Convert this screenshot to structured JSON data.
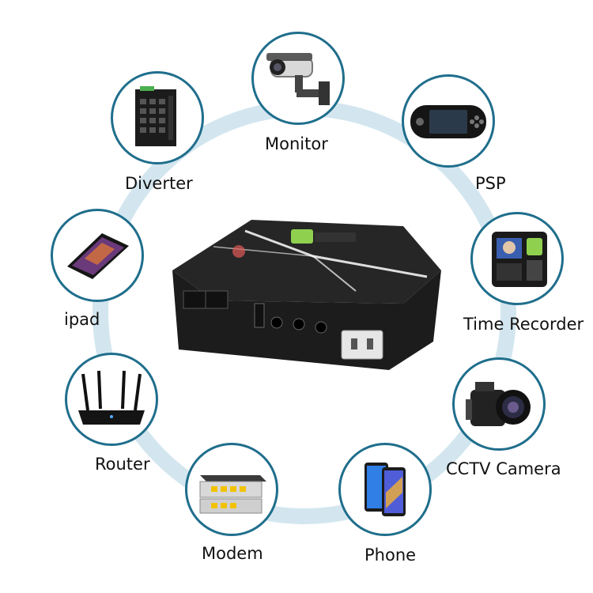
{
  "labels": {
    "monitor": "Monitor",
    "psp": "PSP",
    "time_recorder": "Time Recorder",
    "cctv_camera": "CCTV Camera",
    "phone": "Phone",
    "modem": "Modem",
    "router": "Router",
    "ipad": "ipad",
    "diverter": "Diverter"
  },
  "colors": {
    "ring": "#d3e6ef",
    "circle_border": "#1f6e8c",
    "device_body": "#2a2a2a",
    "display_green": "#8fd14f"
  },
  "icons": {
    "monitor": "security-camera-icon",
    "psp": "handheld-console-icon",
    "time_recorder": "fingerprint-terminal-icon",
    "cctv_camera": "video-camera-icon",
    "phone": "smartphone-icon",
    "modem": "modem-icon",
    "router": "wifi-router-icon",
    "ipad": "tablet-icon",
    "diverter": "network-switch-icon",
    "center": "mini-ups-device-icon"
  }
}
